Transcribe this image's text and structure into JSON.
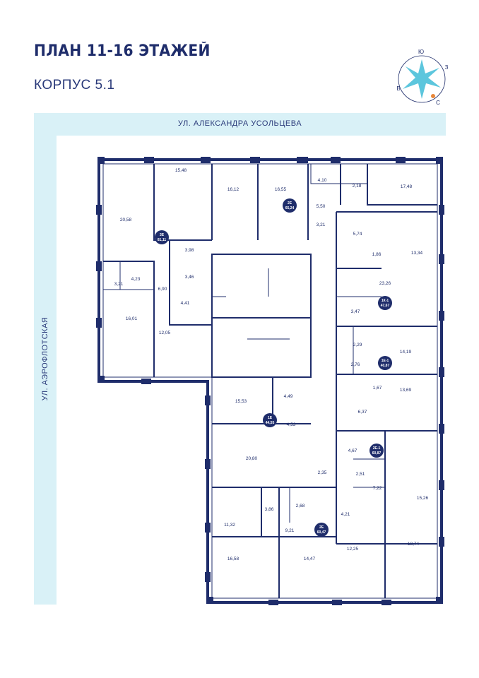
{
  "header": {
    "title": "ПЛАН 11-16 ЭТАЖЕЙ",
    "subtitle": "КОРПУС 5.1"
  },
  "streets": {
    "top": "УЛ. АЛЕКСАНДРА УСОЛЬЦЕВА",
    "left": "УЛ. АЭРОФЛОТСКАЯ"
  },
  "compass": {
    "labels": [
      "Ю",
      "З",
      "С",
      "В"
    ]
  },
  "colors": {
    "wall": "#1f2d6b",
    "street": "#d9f1f7",
    "accent": "#e8873a",
    "star": "#5cc6dd"
  },
  "units": [
    {
      "code": "3Е",
      "area": "81,11"
    },
    {
      "code": "2Е",
      "area": "65,24"
    },
    {
      "code": "1К-1",
      "area": "47,67"
    },
    {
      "code": "1Е-1",
      "area": "40,87"
    },
    {
      "code": "1Е",
      "area": "44,55"
    },
    {
      "code": "2Е-1",
      "area": "60,87"
    },
    {
      "code": "2Е",
      "area": "60,47"
    }
  ],
  "rooms": [
    "20,58",
    "15,48",
    "16,12",
    "16,55",
    "4,10",
    "2,18",
    "17,48",
    "5,50",
    "3,21",
    "3,98",
    "3,46",
    "4,41",
    "6,90",
    "3,21",
    "4,23",
    "16,01",
    "12,05",
    "5,74",
    "1,86",
    "13,34",
    "23,26",
    "3,47",
    "2,29",
    "14,19",
    "2,76",
    "1,67",
    "13,69",
    "6,37",
    "15,53",
    "4,49",
    "4,53",
    "4,67",
    "2,51",
    "7,22",
    "15,26",
    "20,80",
    "2,35",
    "3,86",
    "2,68",
    "11,32",
    "9,21",
    "4,21",
    "12,25",
    "18,74",
    "16,58",
    "14,47"
  ]
}
